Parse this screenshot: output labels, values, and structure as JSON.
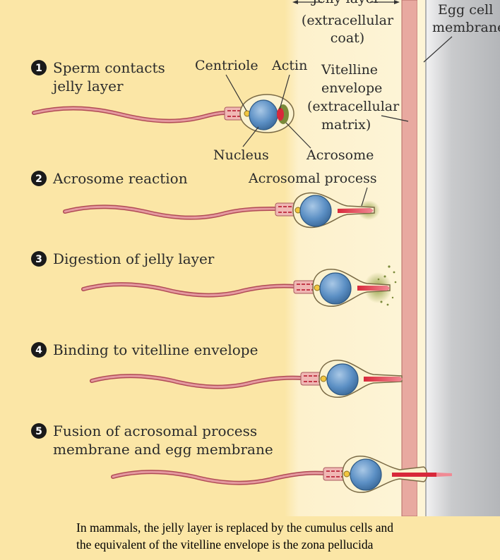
{
  "header": {
    "jelly_layer": "Jelly layer",
    "jelly_sub1": "(extracellular",
    "jelly_sub2": "coat)",
    "egg_line1": "Egg cell",
    "egg_line2": "membrane"
  },
  "labels": {
    "centriole": "Centriole",
    "actin": "Actin",
    "vitelline1": "Vitelline",
    "vitelline2": "envelope",
    "vitelline3": "(extracellular",
    "vitelline4": "matrix)",
    "nucleus": "Nucleus",
    "acrosome": "Acrosome",
    "acrosomal_process": "Acrosomal process"
  },
  "steps": [
    {
      "num": "1",
      "line1": "Sperm contacts",
      "line2": "jelly layer"
    },
    {
      "num": "2",
      "line1": "Acrosome reaction",
      "line2": ""
    },
    {
      "num": "3",
      "line1": "Digestion of jelly layer",
      "line2": ""
    },
    {
      "num": "4",
      "line1": "Binding to vitelline envelope",
      "line2": ""
    },
    {
      "num": "5",
      "line1": "Fusion of acrosomal process",
      "line2": "membrane and egg membrane"
    }
  ],
  "caption": {
    "line1": "In mammals, the jelly layer is replaced by the cumulus cells and",
    "line2": "the equivalent of the vitelline envelope is the zona pellucida"
  },
  "colors": {
    "background": "#fbe6a6",
    "jelly": "#fdf3d2",
    "vitelline": "#e8a9a0",
    "egg": "#d7d8da",
    "tail": "#b04a55",
    "nucleus": "#5b8fc4",
    "acrosome_red": "#d8283a",
    "acrosome_green": "#7a8a3a",
    "centriole": "#f2c640"
  }
}
